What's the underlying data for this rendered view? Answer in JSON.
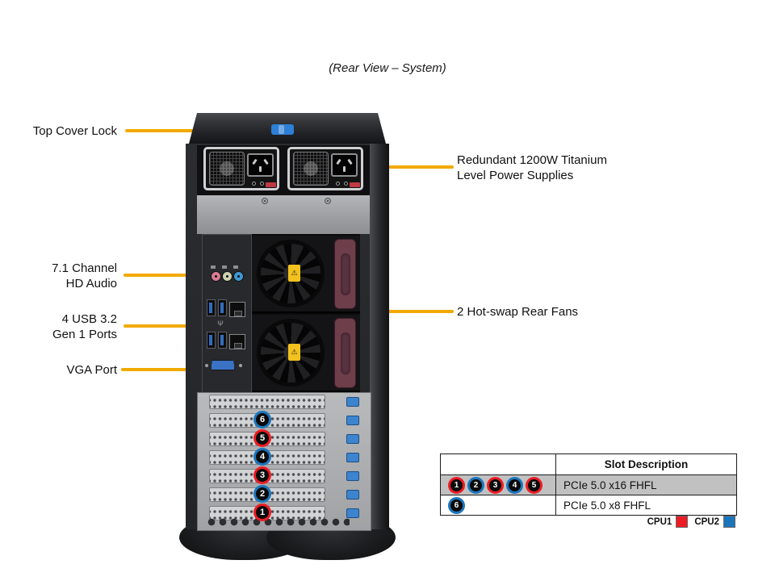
{
  "title": "(Rear View – System)",
  "callouts": {
    "top_cover_lock": {
      "label": "Top Cover Lock"
    },
    "psu": {
      "line1": "Redundant 1200W Titanium",
      "line2": "Level Power Supplies"
    },
    "audio": {
      "line1": "7.1 Channel",
      "line2": "HD Audio"
    },
    "usb": {
      "line1": "4 USB 3.2",
      "line2": "Gen 1 Ports"
    },
    "vga": {
      "label": "VGA Port"
    },
    "fans": {
      "label": "2 Hot-swap Rear Fans"
    }
  },
  "chassis_badges": [
    {
      "n": "6",
      "cpu": "CPU2",
      "ring": "#1C75BC"
    },
    {
      "n": "5",
      "cpu": "CPU1",
      "ring": "#ED1C24"
    },
    {
      "n": "4",
      "cpu": "CPU2",
      "ring": "#1C75BC"
    },
    {
      "n": "3",
      "cpu": "CPU1",
      "ring": "#ED1C24"
    },
    {
      "n": "2",
      "cpu": "CPU2",
      "ring": "#1C75BC"
    },
    {
      "n": "1",
      "cpu": "CPU1",
      "ring": "#ED1C24"
    }
  ],
  "slot_table": {
    "header": "Slot Description",
    "rows": [
      {
        "badges": [
          {
            "n": "1",
            "cpu": "CPU1",
            "ring": "#ED1C24"
          },
          {
            "n": "2",
            "cpu": "CPU2",
            "ring": "#1C75BC"
          },
          {
            "n": "3",
            "cpu": "CPU1",
            "ring": "#ED1C24"
          },
          {
            "n": "4",
            "cpu": "CPU2",
            "ring": "#1C75BC"
          },
          {
            "n": "5",
            "cpu": "CPU1",
            "ring": "#ED1C24"
          }
        ],
        "description": "PCIe 5.0 x16 FHFL"
      },
      {
        "badges": [
          {
            "n": "6",
            "cpu": "CPU2",
            "ring": "#1C75BC"
          }
        ],
        "description": "PCIe 5.0 x8 FHFL"
      }
    ],
    "legend": [
      {
        "label": "CPU1",
        "color": "#ED1C24"
      },
      {
        "label": "CPU2",
        "color": "#1C75BC"
      }
    ]
  },
  "colors": {
    "callout_line": "#F2A900",
    "cpu1": "#ED1C24",
    "cpu2": "#1C75BC",
    "row_highlight": "#C1C1C1",
    "cover_lock_blue": "#2E7FD6"
  }
}
